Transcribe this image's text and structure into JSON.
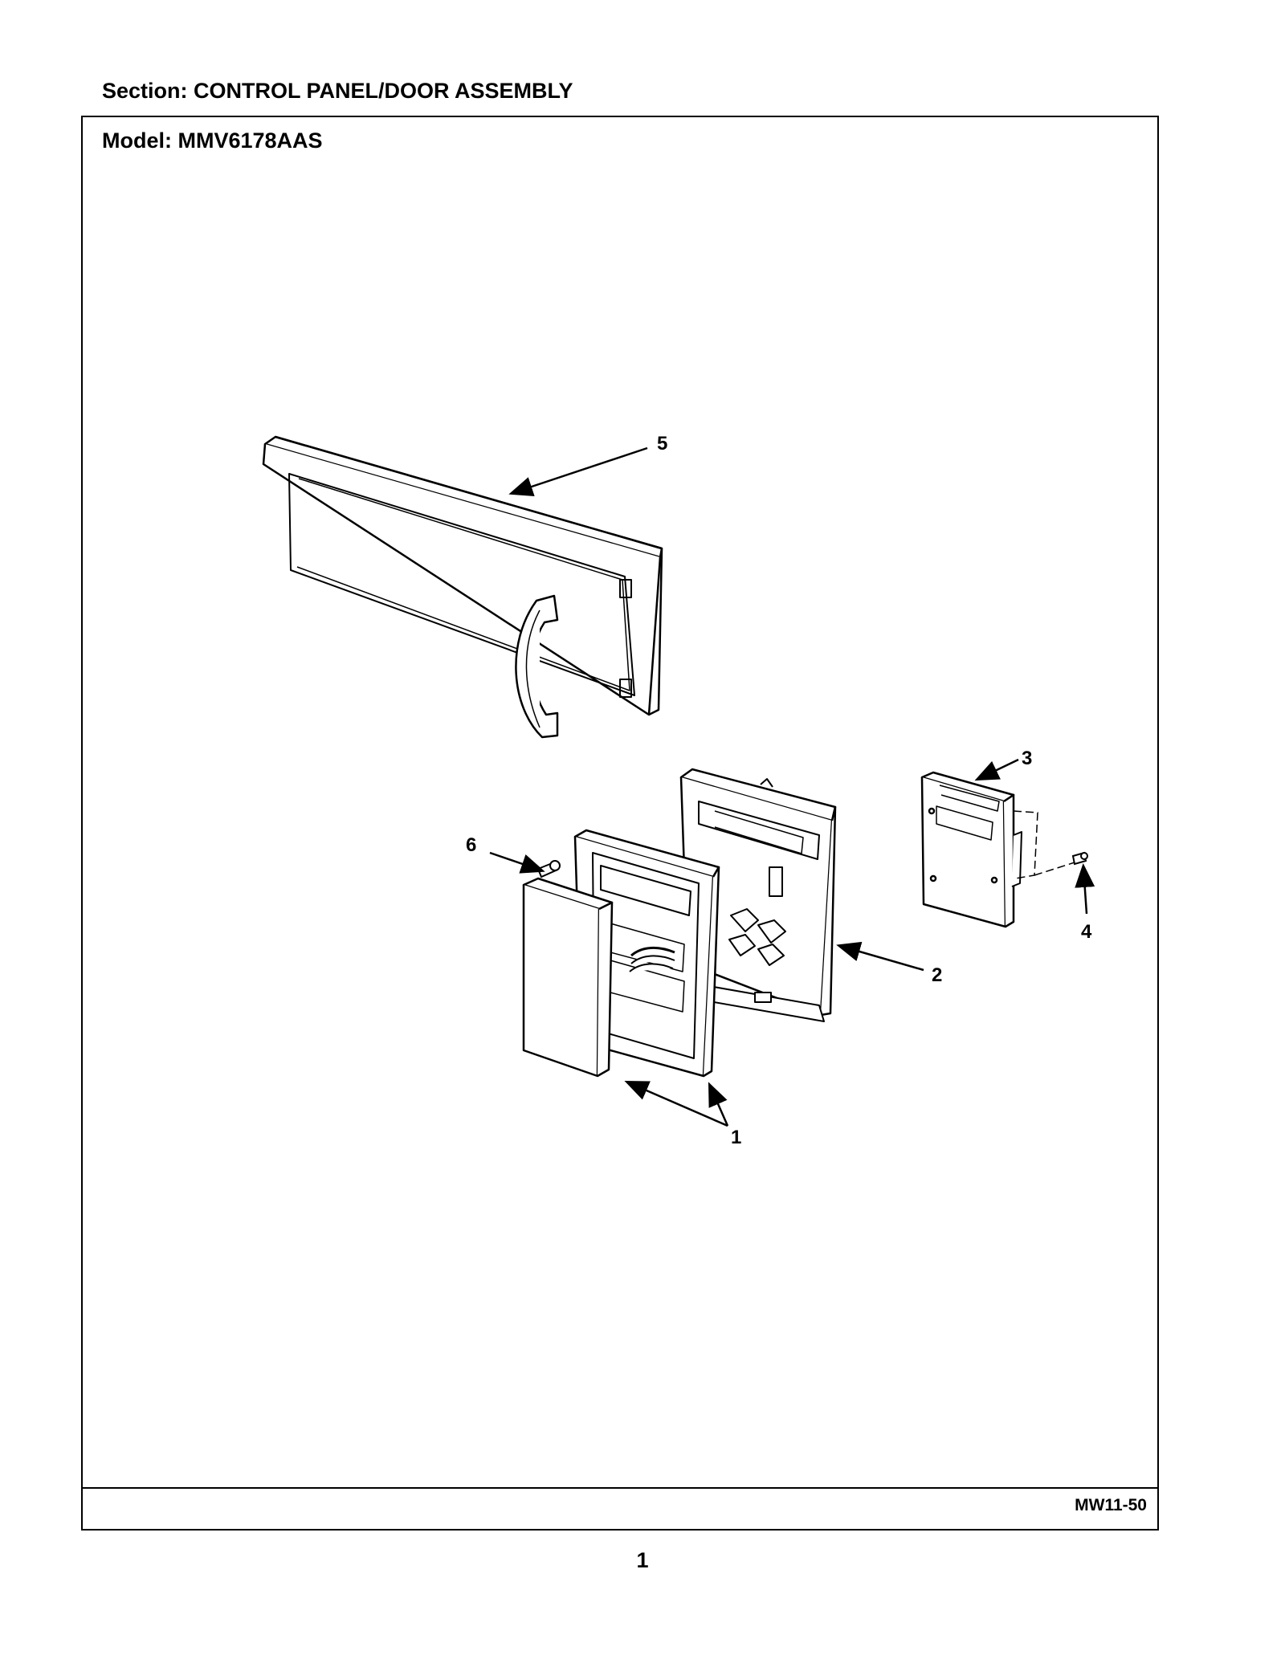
{
  "header": {
    "section": "Section:  CONTROL PANEL/DOOR ASSEMBLY",
    "model": "Model:  MMV6178AAS"
  },
  "callouts": {
    "c1": "1",
    "c2": "2",
    "c3": "3",
    "c4": "4",
    "c5": "5",
    "c6": "6"
  },
  "footer": {
    "diagram_code": "MW11-50",
    "page_number": "1"
  }
}
